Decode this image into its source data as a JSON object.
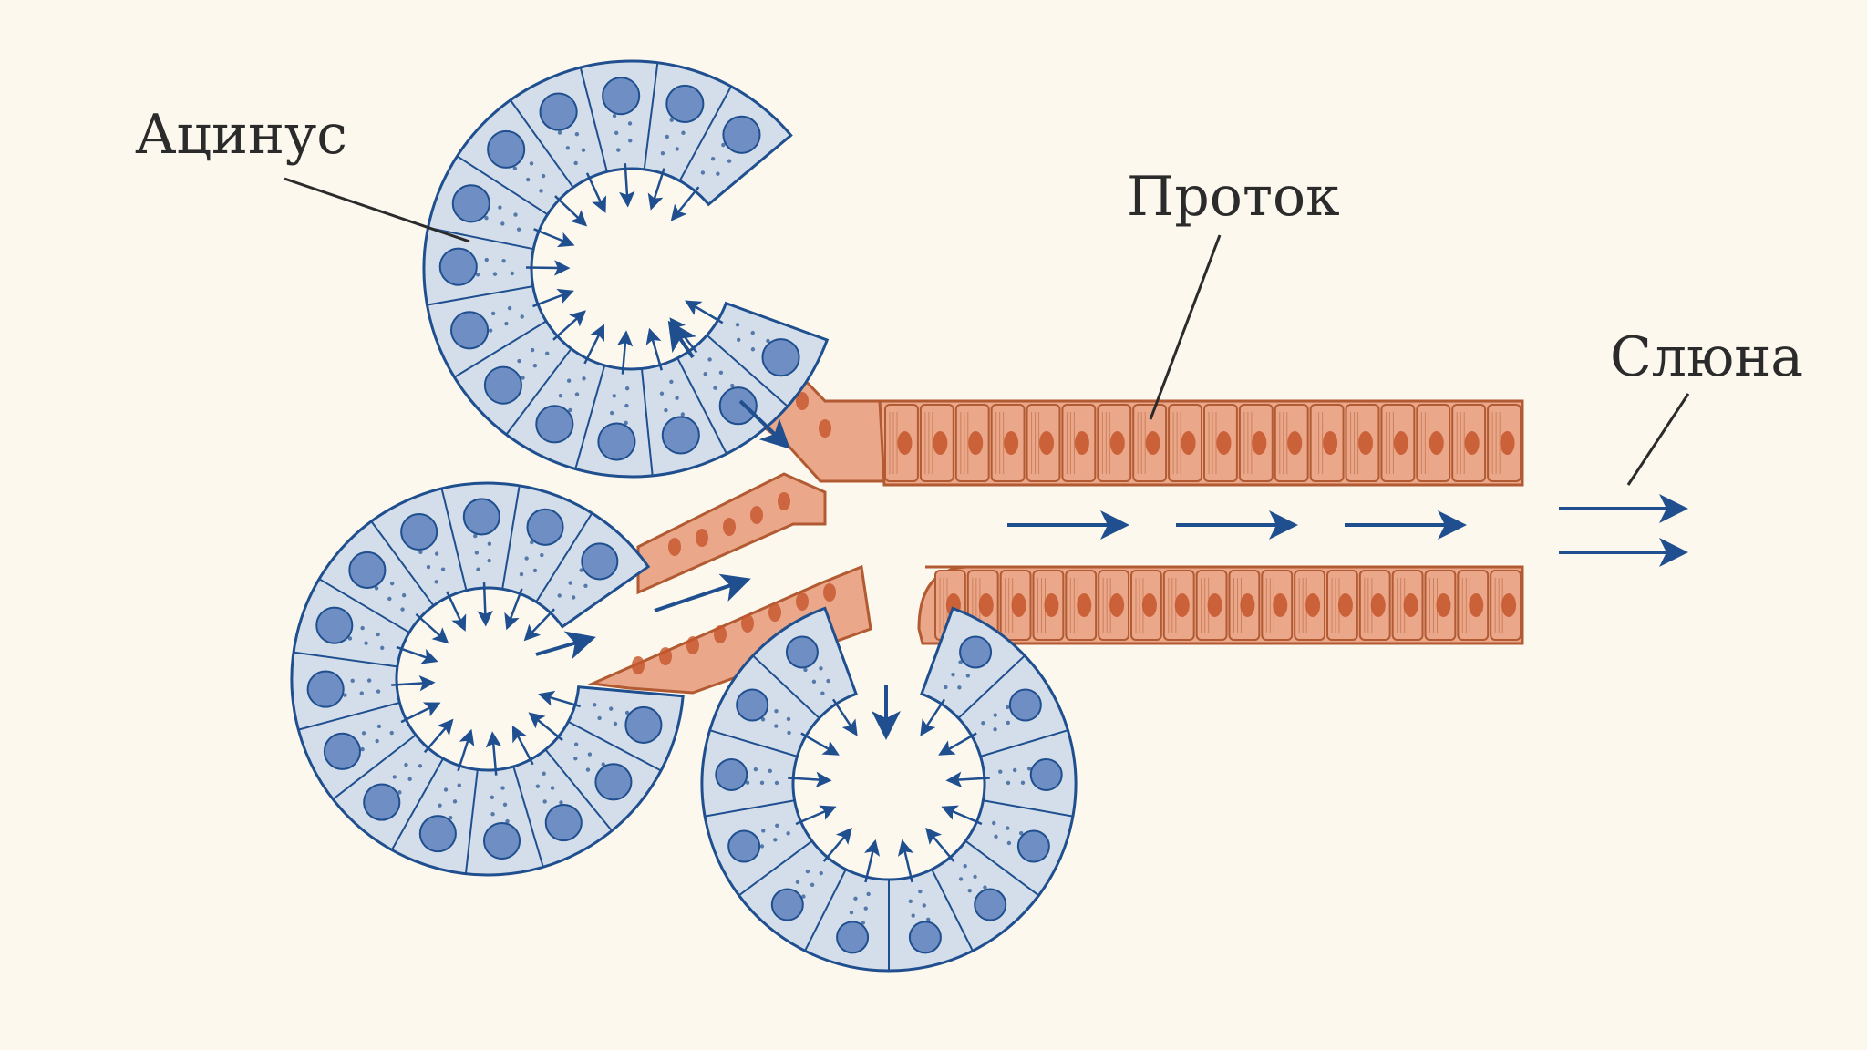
{
  "labels": {
    "acinus": "Ацинус",
    "duct": "Проток",
    "saliva": "Слюна"
  },
  "colors": {
    "background": "#fcf8ee",
    "acinus_cell_fill": "#d3deea",
    "acinus_outline": "#1f4f8f",
    "nucleus_fill": "#6f8fc4",
    "duct_cell_fill": "#eaa789",
    "duct_outline": "#b25a32",
    "duct_nucleus": "#c5552c",
    "flow_arrow": "#1f4f8f",
    "leader_line": "#2b2b2b"
  }
}
